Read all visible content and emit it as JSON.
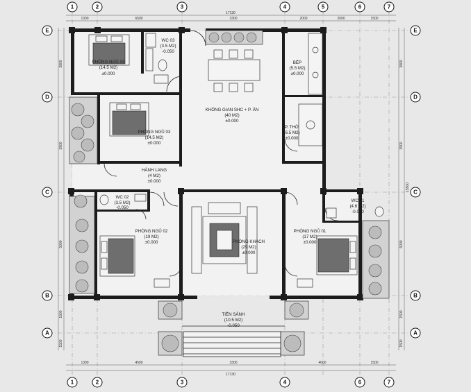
{
  "axes": {
    "columns": [
      "1",
      "2",
      "3",
      "4",
      "5",
      "6",
      "7"
    ],
    "rows": [
      "E",
      "D",
      "C",
      "B",
      "A"
    ]
  },
  "dimensions": {
    "top_total": "17130",
    "bottom_total": "17130",
    "top_segments": [
      "1300",
      "6500",
      "3300",
      "2000",
      "2000",
      "1500"
    ],
    "bottom_segments": [
      "1300",
      "4500",
      "3300",
      "4000",
      "1500"
    ],
    "left_segments": [
      "3800",
      "3900",
      "5000",
      "1500",
      "1500"
    ],
    "right_segments": [
      "3800",
      "3900",
      "5000",
      "1500",
      "1500"
    ],
    "right_total": "15500"
  },
  "rooms": {
    "wc03": {
      "name": "WC 03",
      "area": "(3.5 M2)",
      "level": "-0.050"
    },
    "pn04": {
      "name": "PHÒNG NGỦ 04",
      "area": "(14.5 M2)",
      "level": "±0.000"
    },
    "pn03": {
      "name": "PHÒNG NGỦ 03",
      "area": "(14.5 M2)",
      "level": "±0.000"
    },
    "sinhhoat": {
      "name": "KHÔNG GIAN SHC + P. ĂN",
      "area": "(40 M2)",
      "level": "±0.000"
    },
    "bep": {
      "name": "BẾP",
      "area": "(5.5 M2)",
      "level": "±0.000"
    },
    "ptho": {
      "name": "P. THỜ",
      "area": "(6.5 M2)",
      "level": "±0.000"
    },
    "hanhlang": {
      "name": "HÀNH LANG",
      "area": "(4 M2)",
      "level": "±0.000"
    },
    "wc02": {
      "name": "WC 02",
      "area": "(3.5 M2)",
      "level": "-0.050"
    },
    "wc01": {
      "name": "WC 01",
      "area": "(4.6 M2)",
      "level": "-0.050"
    },
    "pn02": {
      "name": "PHÒNG NGỦ 02",
      "area": "(19 M2)",
      "level": "±0.000"
    },
    "pkhach": {
      "name": "PHÒNG KHÁCH",
      "area": "(29 M2)",
      "level": "±0.000"
    },
    "pn01": {
      "name": "PHÒNG NGỦ 01",
      "area": "(17 M2)",
      "level": "±0.000"
    },
    "tiensanh": {
      "name": "TIỀN SẢNH",
      "area": "(10.5 M2)",
      "level": "-0.050"
    }
  },
  "colors": {
    "background": "#e8e8e8",
    "wall": "#1c1c1c",
    "line": "#222222",
    "grid": "#9a9a9a"
  }
}
